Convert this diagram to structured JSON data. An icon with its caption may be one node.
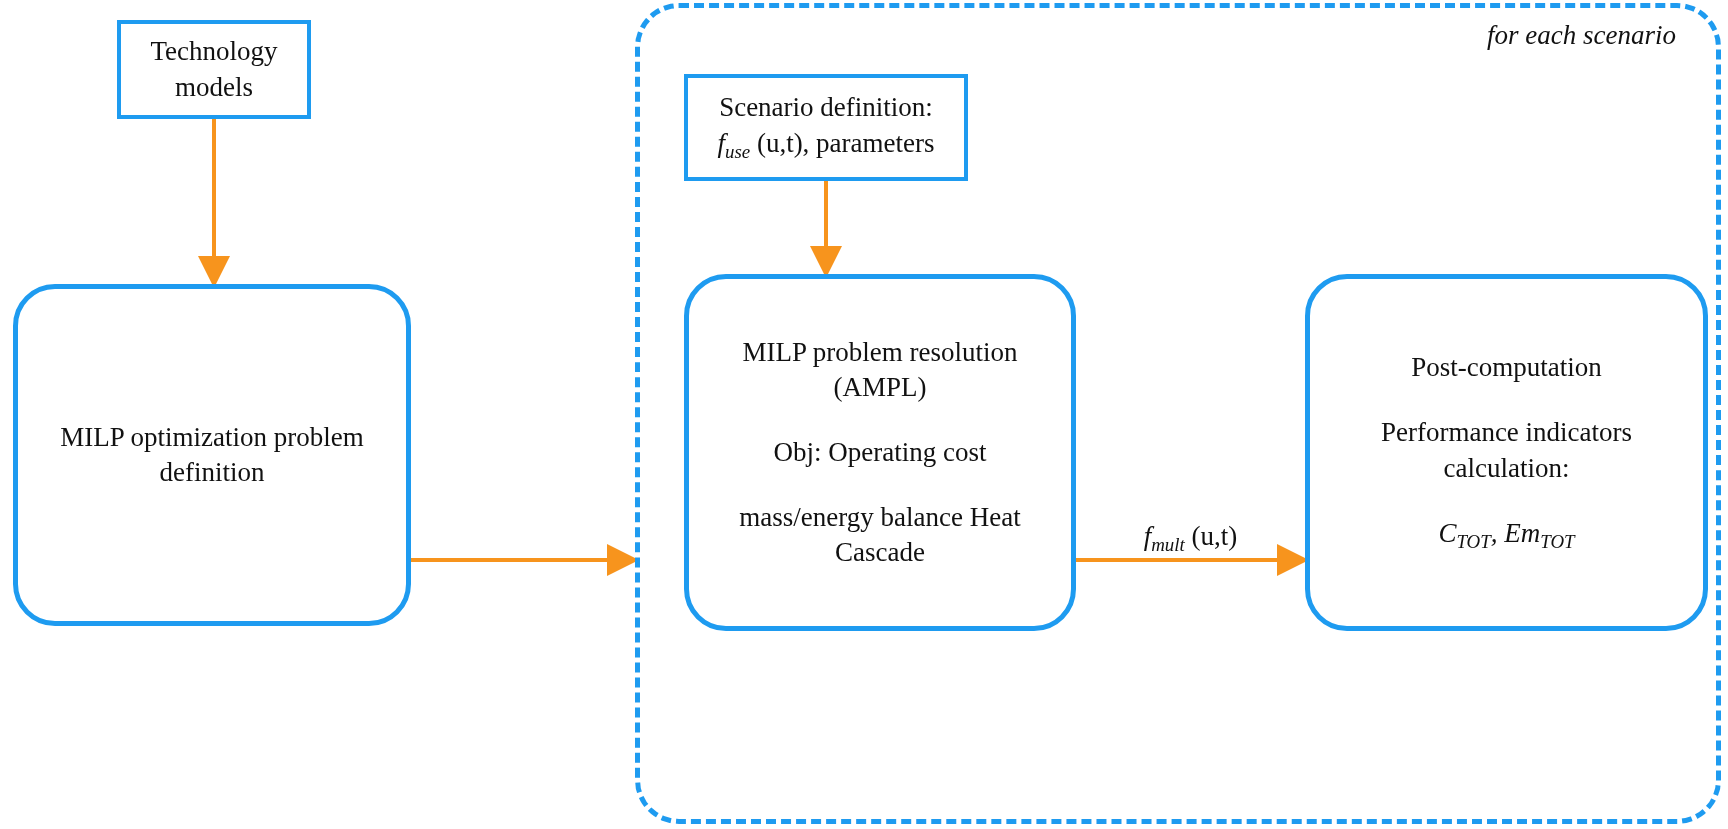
{
  "diagram": {
    "nodes": [
      {
        "text": [
          "Technology models"
        ]
      },
      {
        "text": [
          "MILP optimization problem definition"
        ]
      },
      {
        "text": [
          "for each scenario"
        ]
      },
      {
        "text": [
          "Scenario definition:",
          "*f*$_{use}$ (u,t), parameters"
        ],
        "in": 2
      },
      {
        "text": [
          "MILP problem resolution (AMPL)",
          "Obj: Operating cost",
          "mass/energy balance Heat Cascade"
        ],
        "in": 2
      },
      {
        "text": [
          "Post-computation",
          "Performance indicators calculation:",
          "C$_{TOT}$, Em$_{TOT}$"
        ],
        "in": 2
      }
    ],
    "edges": [
      {
        "from": 0,
        "to": 1,
        "arrow": "to"
      },
      {
        "from": 1,
        "to": 2,
        "arrow": "to"
      },
      {
        "from": 3,
        "to": 4,
        "arrow": "to"
      },
      {
        "from": 4,
        "to": 5,
        "arrow": "to",
        "label": "*f*$_{mult}$ (u,t)"
      }
    ]
  }
}
